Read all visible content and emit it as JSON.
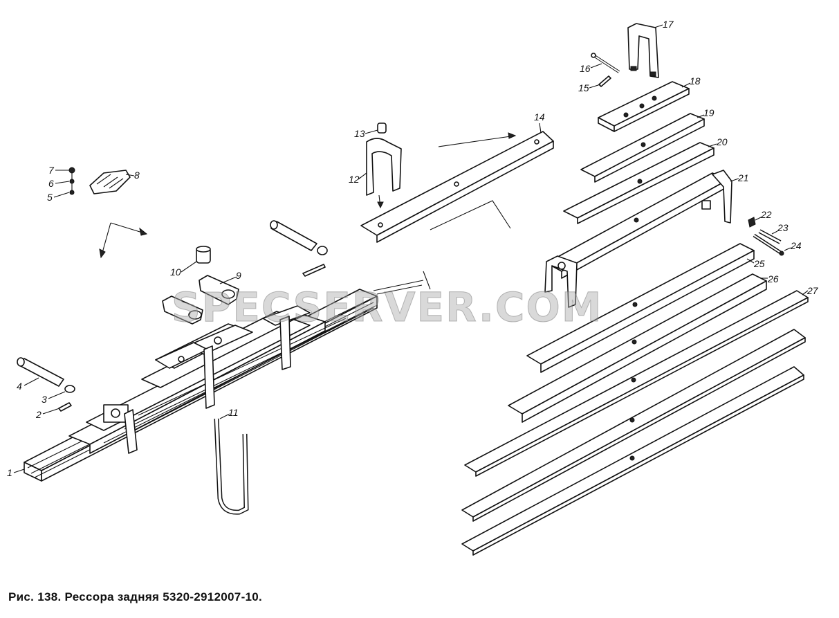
{
  "caption": "Рис. 138. Рессора задняя 5320-2912007-10.",
  "watermark": "SPECSERVER.COM",
  "callouts": [
    "1",
    "2",
    "3",
    "4",
    "5",
    "6",
    "7",
    "8",
    "9",
    "10",
    "11",
    "12",
    "13",
    "14",
    "15",
    "16",
    "17",
    "18",
    "19",
    "20",
    "21",
    "22",
    "23",
    "24",
    "25",
    "26",
    "27"
  ]
}
